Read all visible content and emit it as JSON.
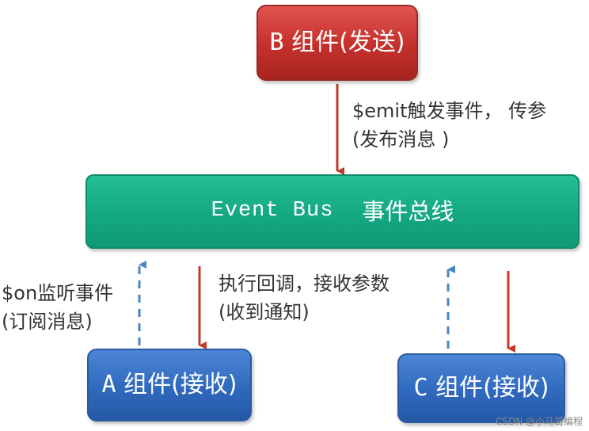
{
  "nodes": {
    "b": {
      "prefix": "B",
      "text": " 组件(发送)"
    },
    "bus": {
      "en": "Event Bus",
      "zh": "事件总线"
    },
    "a": {
      "prefix": "A",
      "text": " 组件(接收)"
    },
    "c": {
      "prefix": "C",
      "text": " 组件(接收)"
    }
  },
  "labels": {
    "emit": {
      "line1": "$emit触发事件， 传参",
      "line2": "(发布消息 )"
    },
    "on": {
      "line1": "$on监听事件",
      "line2": "(订阅消息)"
    },
    "callback": {
      "line1": "执行回调，接收参数",
      "line2": "(收到通知)"
    }
  },
  "colors": {
    "red_arrow": "#c0392b",
    "blue_dashed_arrow": "#4a86c5",
    "b_box": "#c4302c",
    "bus_box": "#14a882",
    "receiver_box": "#2f69bd"
  },
  "watermark": "CSDN @小马哥编程"
}
